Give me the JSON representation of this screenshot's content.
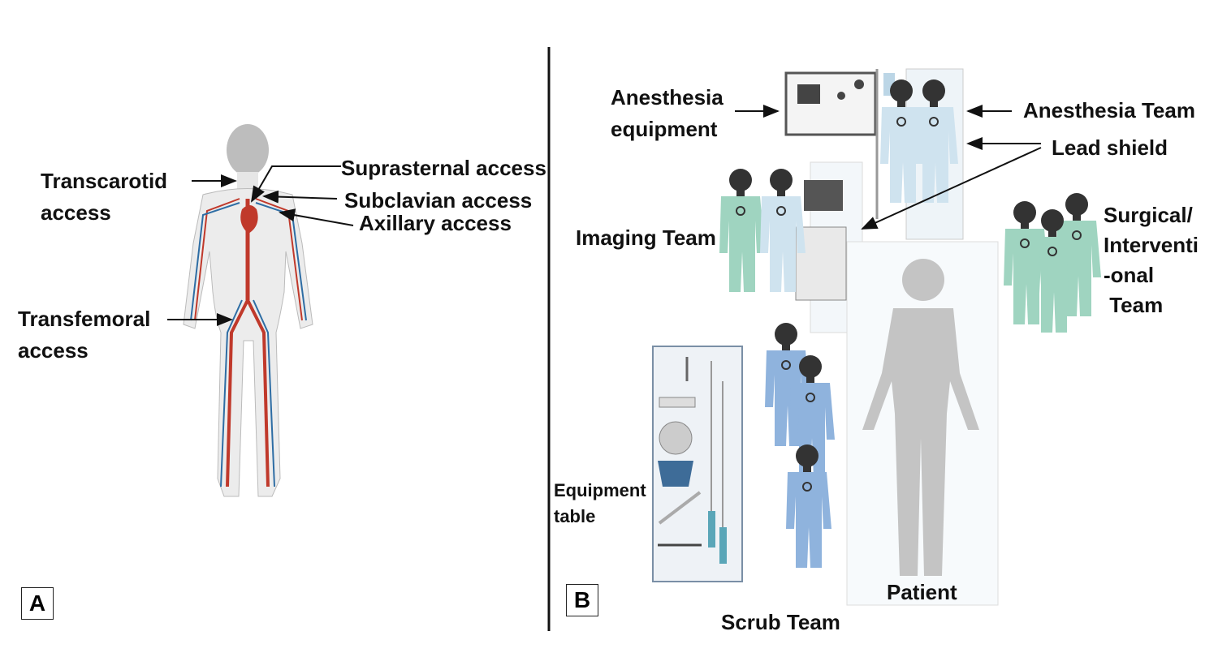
{
  "panel_a": {
    "tag": "A",
    "labels": {
      "transcarotid": [
        "Transcarotid",
        "access"
      ],
      "suprasternal": "Suprasternal access",
      "subclavian": "Subclavian access",
      "axillary": "Axillary access",
      "transfemoral": [
        "Transfemoral",
        "access"
      ]
    }
  },
  "panel_b": {
    "tag": "B",
    "labels": {
      "anesthesia_equipment": [
        "Anesthesia",
        "equipment"
      ],
      "anesthesia_team": "Anesthesia Team",
      "lead_shield": "Lead shield",
      "imaging_team": "Imaging Team",
      "surgical_team": [
        "Surgical/",
        "Interventi",
        "-onal",
        " Team"
      ],
      "equipment_table": [
        "Equipment",
        "table"
      ],
      "patient": "Patient",
      "scrub_team": "Scrub Team"
    }
  },
  "colors": {
    "artery": "#c0392b",
    "vein": "#2e6da4",
    "body": "#e6e6e6",
    "scrub_green": "#9fd4c0",
    "scrub_blue": "#8fb3dd",
    "coat": "#cfe3ef",
    "patient": "#c4c4c4",
    "skin": "#333333"
  }
}
